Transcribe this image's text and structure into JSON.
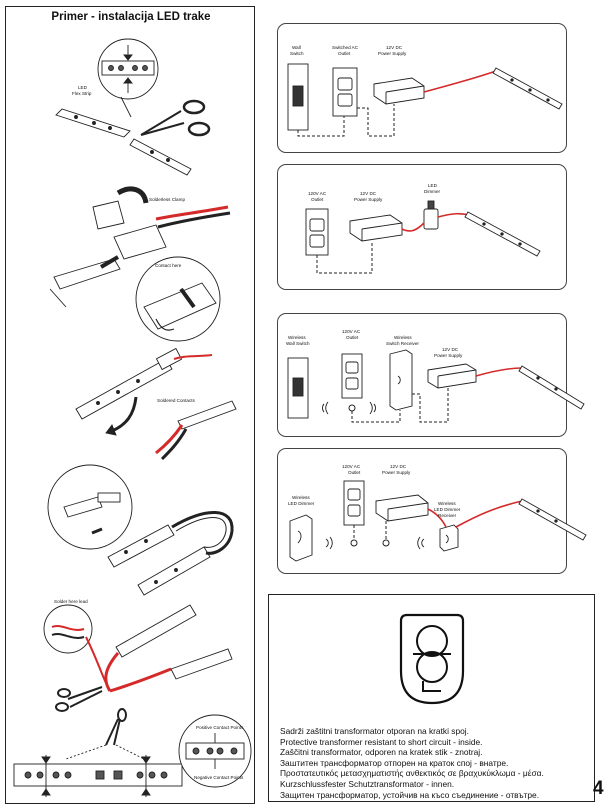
{
  "left_panel": {
    "title": "Primer - instalacija LED trake",
    "labels": {
      "led_flex_strip": [
        "LED",
        "Flex Strip"
      ],
      "solderless_clamp": "Solderless Clamp",
      "contact_here": "Contact here",
      "soldered_contacts": "Soldered Contacts",
      "solder_here_top": "Solder here lead",
      "positive_contact_points": "Positive Contact Points",
      "negative_contact_points": "Negative Contact Points"
    }
  },
  "wiring_diagrams": [
    {
      "labels": {
        "wall_switch": [
          "Wall",
          "Switch"
        ],
        "switched_outlet": [
          "Switched AC",
          "Outlet"
        ],
        "power_supply": [
          "12V DC",
          "Power Supply"
        ]
      }
    },
    {
      "labels": {
        "outlet": [
          "120V AC",
          "Outlet"
        ],
        "power_supply": [
          "12V DC",
          "Power Supply"
        ],
        "dimmer": [
          "LED",
          "Dimmer"
        ]
      }
    },
    {
      "labels": {
        "wireless_switch": [
          "Wireless",
          "Wall Switch"
        ],
        "outlet": [
          "120V AC",
          "Outlet"
        ],
        "receiver": [
          "Wireless",
          "Switch Receiver"
        ],
        "power_supply": [
          "12V DC",
          "Power Supply"
        ]
      }
    },
    {
      "labels": {
        "wireless_dimmer": [
          "Wireless",
          "LED Dimmer"
        ],
        "outlet": [
          "120V AC",
          "Outlet"
        ],
        "power_supply": [
          "12V DC",
          "Power Supply"
        ],
        "receiver": [
          "Wireless",
          "LED Dimmer",
          "Receiver"
        ]
      }
    }
  ],
  "warnings": [
    "Sadrži zaštitni transformator otporan na kratki spoj.",
    "Protective transformer resistant to short circuit - inside.",
    "Zaščitni transformator, odporen na kratek stik - znotraj.",
    "Заштитен трансформатор отпорен на краток спој - внатре.",
    "Προστατευτικός μετασχηματιστής ανθεκτικός σε βραχυκύκλωμα - μέσα.",
    "Kurzschlussfester Schutztransformator - innen.",
    "Защитен трансформатор, устойчив на късо съединение - отвътре."
  ],
  "page_number": "4",
  "colors": {
    "line": "#222222",
    "wire_red": "#d42a2a",
    "stroke_gray": "#555555"
  }
}
